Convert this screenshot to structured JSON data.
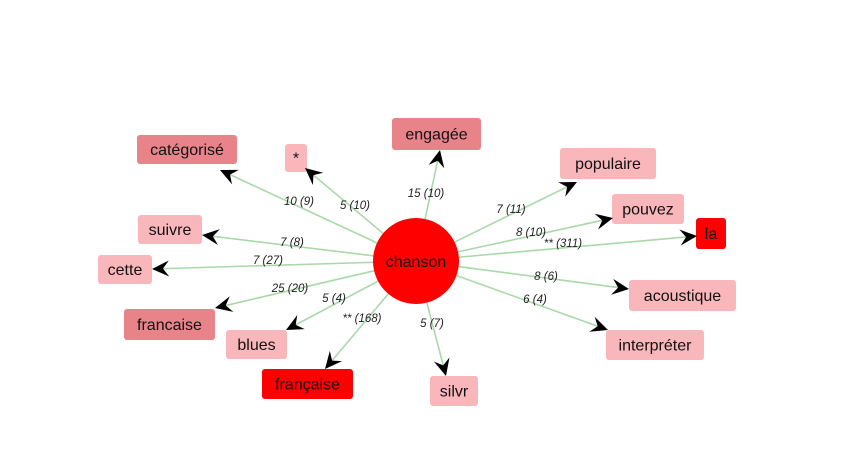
{
  "graph": {
    "center": {
      "label": "chanson",
      "color": "#ff0000"
    },
    "edge_color": "#a9d9a9",
    "arrow_color": "#000000",
    "nodes": [
      {
        "id": "categorise",
        "label": "catégorisé",
        "edge_label": "10 (9)",
        "fill": "#e8838a"
      },
      {
        "id": "star",
        "label": "*",
        "edge_label": "5 (10)",
        "fill": "#f9b6bb"
      },
      {
        "id": "engagee",
        "label": "engagée",
        "edge_label": "15 (10)",
        "fill": "#e8838a"
      },
      {
        "id": "populaire",
        "label": "populaire",
        "edge_label": "7 (11)",
        "fill": "#f9b6bb"
      },
      {
        "id": "pouvez",
        "label": "pouvez",
        "edge_label": "8 (10)",
        "fill": "#f9b6bb"
      },
      {
        "id": "la",
        "label": "la",
        "edge_label": "** (311)",
        "fill": "#ff0000"
      },
      {
        "id": "acoustique",
        "label": "acoustique",
        "edge_label": "8 (6)",
        "fill": "#f9b6bb"
      },
      {
        "id": "interpreter",
        "label": "interpréter",
        "edge_label": "6 (4)",
        "fill": "#f9b6bb"
      },
      {
        "id": "silvr",
        "label": "silvr",
        "edge_label": "5 (7)",
        "fill": "#f9b6bb"
      },
      {
        "id": "francaise2",
        "label": "française",
        "edge_label": "** (168)",
        "fill": "#ff0000"
      },
      {
        "id": "blues",
        "label": "blues",
        "edge_label": "5 (4)",
        "fill": "#f9b6bb"
      },
      {
        "id": "francaise",
        "label": "francaise",
        "edge_label": "25 (20)",
        "fill": "#e8838a"
      },
      {
        "id": "cette",
        "label": "cette",
        "edge_label": "7 (27)",
        "fill": "#f9b6bb"
      },
      {
        "id": "suivre",
        "label": "suivre",
        "edge_label": "7 (8)",
        "fill": "#f9b6bb"
      }
    ]
  }
}
